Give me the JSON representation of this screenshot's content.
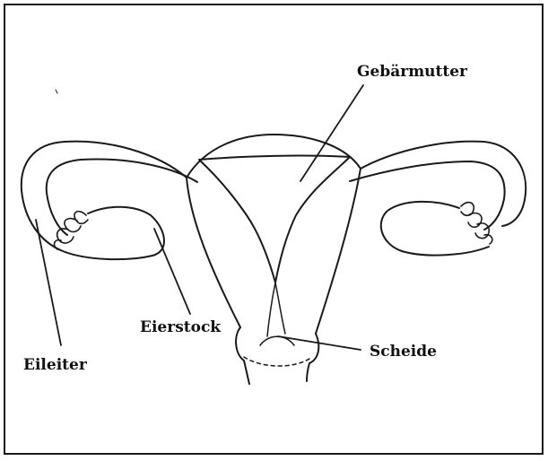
{
  "diagram": {
    "labels": {
      "uterus": "Gebärmutter",
      "ovary": "Eierstock",
      "fallopian_tube": "Eileiter",
      "vagina": "Scheide"
    }
  }
}
